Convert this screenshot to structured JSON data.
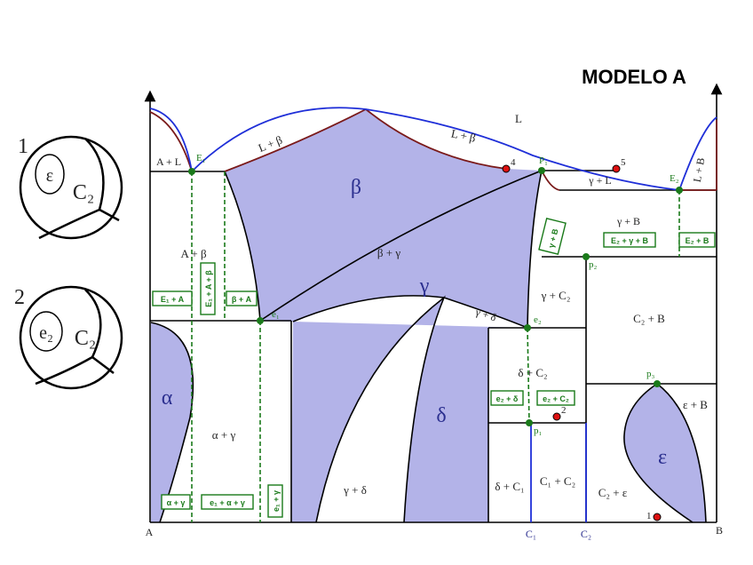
{
  "title": "MODELO A",
  "micro": [
    {
      "num": "1",
      "phase": "ε",
      "matrix": "C₂"
    },
    {
      "num": "2",
      "phase": "e₂",
      "matrix": "C₂"
    }
  ],
  "axis": {
    "left": "A",
    "right": "B",
    "c1": "C₁",
    "c2": "C₂"
  },
  "regions": {
    "liquid": "L",
    "a_plus_l": "A + L",
    "l_beta_left": "L + β",
    "l_beta_right": "L + β",
    "l_plus_b": "L + B",
    "gamma_l": "γ + L",
    "gamma_b": "γ + B",
    "beta": "β",
    "a_beta": "A + β",
    "beta_gamma": "β + γ",
    "gamma": "γ",
    "gamma_delta_small": "γ + δ",
    "gamma_c2": "γ + C₂",
    "c2_b": "C₂ + B",
    "delta_c2": "δ + C₂",
    "alpha": "α",
    "alpha_gamma": "α + γ",
    "delta": "δ",
    "gamma_delta": "γ + δ",
    "delta_c1": "δ + C₁",
    "c1_c2": "C₁ + C₂",
    "c2_eps": "C₂ + ε",
    "eps_b": "ε + B",
    "eps": "ε"
  },
  "points": {
    "E1": "E₁",
    "P1": "P₁",
    "E2": "E₂",
    "e1": "e₁",
    "e2": "e₂",
    "p1": "p₁",
    "p2": "p₂",
    "p3": "p₃",
    "pt1": "1",
    "pt2": "2",
    "pt4": "4",
    "pt5": "5"
  },
  "boxes": {
    "e1_a": "E₁ + A",
    "e1_a_beta": "E₁ + A + β",
    "beta_a": "β + A",
    "gamma_b_v": "γ + B",
    "e2_gamma_b": "E₂ + γ + B",
    "e2_b": "E₂ + B",
    "e2_delta": "e₂ + δ",
    "e2_c2": "e₂ + C₂",
    "alpha_gamma": "α + γ",
    "e1_alpha_gamma": "e₁ + α + γ",
    "e1_gamma": "e₁ + γ"
  },
  "colors": {
    "fill": "#b3b3e8",
    "green": "#1a7a1a",
    "blue": "#1f2fd8",
    "maroon": "#7a1a1a"
  }
}
